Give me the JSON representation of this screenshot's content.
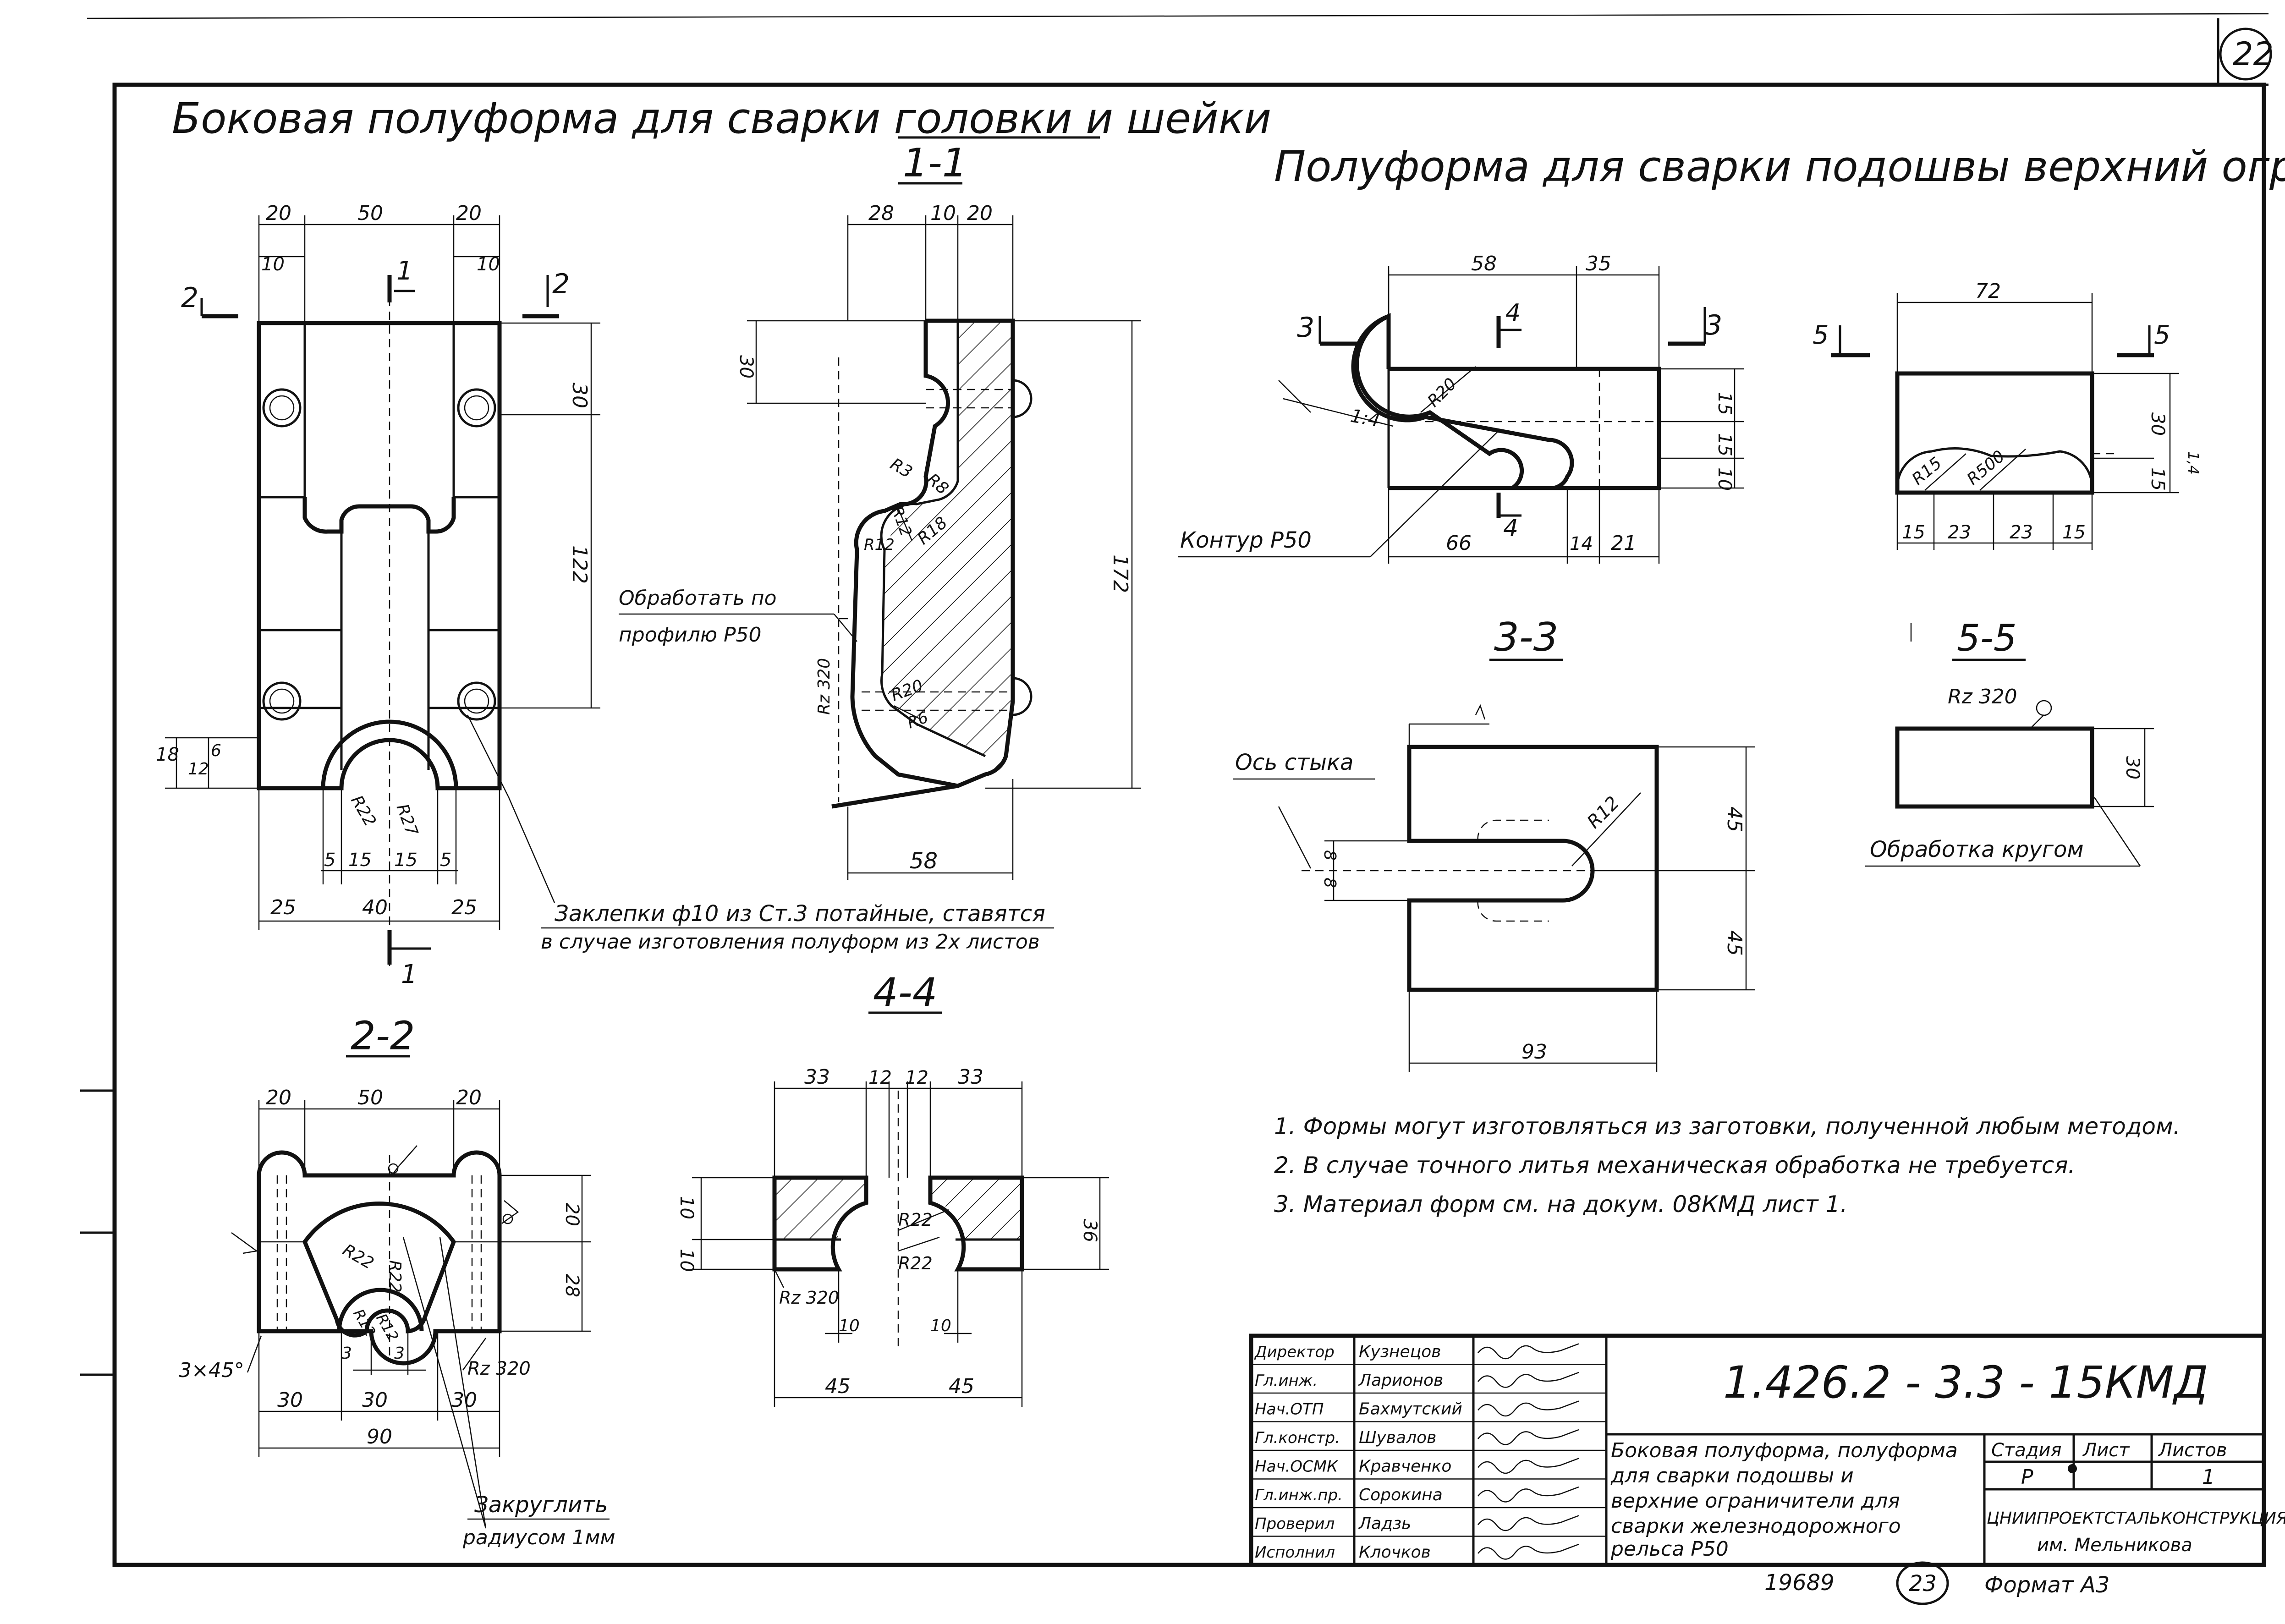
{
  "sheet_number": "22",
  "titles": {
    "left": "Боковая   полуформа для сварки головки  и шейки",
    "right": "Полуформа для сварки подошвы   верхний   ограничитель"
  },
  "section_labels": {
    "s11": "1-1",
    "s22": "2-2",
    "s33": "3-3",
    "s44": "4-4",
    "s55": "5-5"
  },
  "cut_marks": {
    "m1": "1",
    "m2": "2",
    "m3": "3",
    "m4": "4",
    "m5": "5"
  },
  "front_view": {
    "dims_top": [
      "20",
      "50",
      "20"
    ],
    "dims_top2": [
      "10",
      "10"
    ],
    "dims_right": [
      "30",
      "122"
    ],
    "dims_left": [
      "18",
      "12",
      "6"
    ],
    "dims_bottom": [
      "5",
      "15",
      "15",
      "5"
    ],
    "dims_bottom2": [
      "25",
      "40",
      "25"
    ],
    "radii": [
      "R22",
      "R27"
    ]
  },
  "section_11": {
    "dims_top": [
      "28",
      "10",
      "20"
    ],
    "dim_left": "30",
    "dim_right": "172",
    "dim_bottom": "58",
    "radii": [
      "R3",
      "R8",
      "R12",
      "R18",
      "R12",
      "R20",
      "R6"
    ],
    "roughness": "Rz 320",
    "note_process": "Обработать по профилю Р50"
  },
  "rivet_note": {
    "line1": "Заклепки ф10 из Ст.3 потайные, ставятся",
    "line2": "в случае изготовления полуформ из 2х листов"
  },
  "section_22": {
    "dims_top": [
      "20",
      "50",
      "20"
    ],
    "dims_right": [
      "20",
      "28"
    ],
    "dims_bottom": [
      "30",
      "30",
      "30"
    ],
    "dim_total": "90",
    "dims_small": [
      "3",
      "3"
    ],
    "radii": [
      "R22",
      "R22",
      "R12",
      "R12"
    ],
    "chamfer": "3×45°",
    "roughness": "Rz 320",
    "round_note1": "Закруглить",
    "round_note2": "радиусом 1мм"
  },
  "section_44": {
    "dims_top": [
      "33",
      "12",
      "12",
      "33"
    ],
    "dims_left": [
      "10",
      "10"
    ],
    "dim_right": "36",
    "dims_inner": [
      "10",
      "10"
    ],
    "dims_bottom": [
      "45",
      "45"
    ],
    "radii": [
      "R22",
      "R22"
    ],
    "roughness": "Rz 320"
  },
  "sole_view": {
    "dims_top": [
      "58",
      "35"
    ],
    "dims_right": [
      "15",
      "15",
      "10"
    ],
    "dims_bottom": [
      "66",
      "14",
      "21"
    ],
    "slope": "1:4",
    "radius": "R20",
    "contour": "Контур Р50"
  },
  "section_33": {
    "axis_label": "Ось стыка",
    "dims_right": [
      "45",
      "45"
    ],
    "dims_left": [
      "8",
      "8"
    ],
    "dim_bottom": "93",
    "radius": "R12"
  },
  "limiter_view": {
    "dim_top": "72",
    "dims_right": [
      "30",
      "15"
    ],
    "dim_tiny": "1,4",
    "dims_bottom": [
      "15",
      "23",
      "23",
      "15"
    ],
    "radii": [
      "R15",
      "R500"
    ]
  },
  "section_55": {
    "roughness": "Rz 320",
    "dim_right": "30",
    "process_note": "Обработка кругом"
  },
  "notes": [
    "1.  Формы   могут   изготовляться   из  заготовки, полученной любым методом.",
    "2.  В случае   точного  литья   механическая  обработка не требуется.",
    "3.  Материал   форм   см. на докум. 08КМД  лист 1."
  ],
  "title_block": {
    "doc_code": "1.426.2 - 3.3 -  15КМД",
    "title_lines": [
      "Боковая полуформа, полуформа",
      "для  сварки  подошвы  и",
      "верхние  ограничители для",
      "сварки  железнодорожного",
      "рельса   Р50"
    ],
    "stage_header": [
      "Стадия",
      "Лист",
      "Листов"
    ],
    "stage_values": [
      "Р",
      "",
      "1"
    ],
    "org_line1": "ЦНИИПРОЕКТСТАЛЬКОНСТРУКЦИЯ",
    "org_line2": "им. Мельникова",
    "roles": [
      {
        "role": "Директор",
        "name": "Кузнецов"
      },
      {
        "role": "Гл.инж.",
        "name": "Ларионов"
      },
      {
        "role": "Нач.ОТП",
        "name": "Бахмутский"
      },
      {
        "role": "Гл.констр.",
        "name": "Шувалов"
      },
      {
        "role": "Нач.ОСМК",
        "name": "Кравченко"
      },
      {
        "role": "Гл.инж.пр.",
        "name": "Сорокина"
      },
      {
        "role": "Проверил",
        "name": "Ладзь"
      },
      {
        "role": "Исполнил",
        "name": "Клочков"
      }
    ]
  },
  "footer": {
    "inventory": "19689",
    "page": "23",
    "format": "Формат А3"
  }
}
